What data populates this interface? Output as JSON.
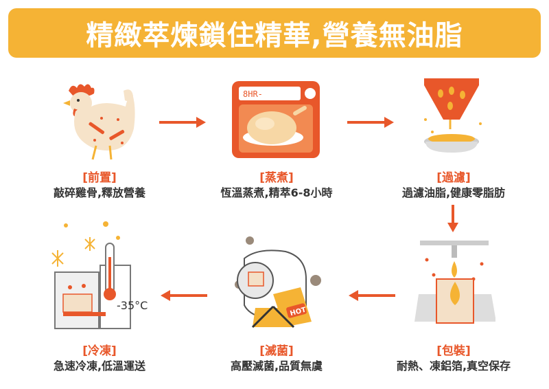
{
  "title": "精緻萃煉鎖住精華,營養無油脂",
  "colors": {
    "banner": "#f5b335",
    "accent": "#e8572a",
    "text": "#333333"
  },
  "steps": [
    {
      "label": "[前置]",
      "desc": "敲碎雞骨,釋放營養",
      "icon": "chicken-icon"
    },
    {
      "label": "[蒸煮]",
      "desc": "恆溫蒸煮,精萃6-8小時",
      "icon": "oven-icon"
    },
    {
      "label": "[過濾]",
      "desc": "過濾油脂,健康零脂肪",
      "icon": "filter-icon"
    },
    {
      "label": "[包裝]",
      "desc": "耐熱、凍鋁箔,真空保存",
      "icon": "package-icon"
    },
    {
      "label": "[滅菌]",
      "desc": "高壓滅菌,品質無虞",
      "icon": "sterilizer-icon"
    },
    {
      "label": "[冷凍]",
      "desc": "急速冷凍,低溫運送",
      "icon": "freezer-icon"
    }
  ],
  "oven_display": "8HR-",
  "pouch_text": "HOT",
  "freezer_temp": "-35°C"
}
